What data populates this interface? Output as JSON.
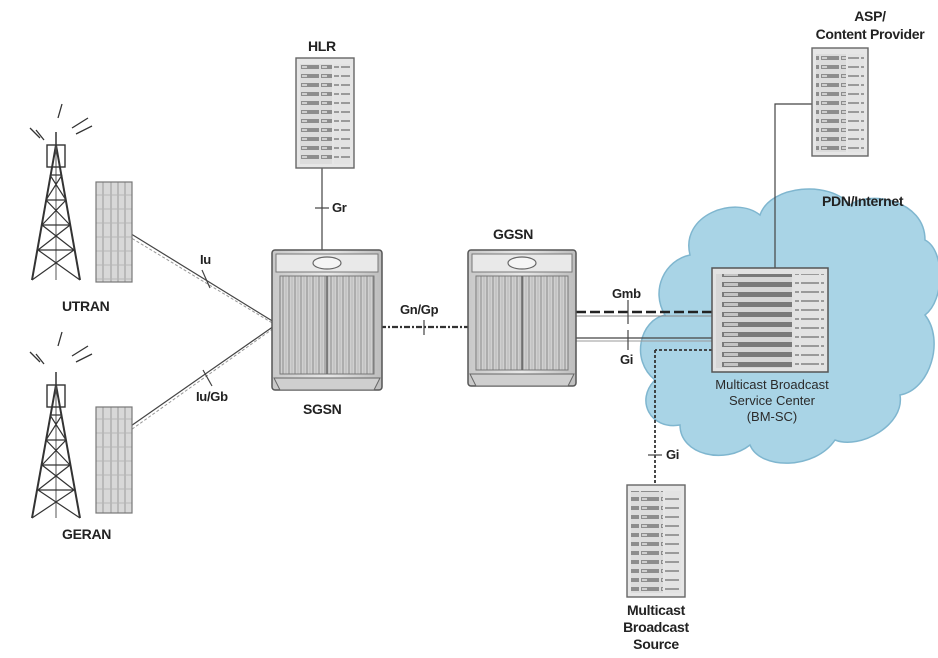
{
  "nodes": {
    "hlr": "HLR",
    "utran": "UTRAN",
    "geran": "GERAN",
    "sgsn": "SGSN",
    "ggsn": "GGSN",
    "asp_line1": "ASP/",
    "asp_line2": "Content Provider",
    "pdn": "PDN/Internet",
    "bmsc_line1": "Multicast Broadcast",
    "bmsc_line2": "Service Center",
    "bmsc_line3": "(BM-SC)",
    "mbs_line1": "Multicast",
    "mbs_line2": "Broadcast",
    "mbs_line3": "Source"
  },
  "interfaces": {
    "gr": "Gr",
    "iu": "Iu",
    "iu_gb": "Iu/Gb",
    "gn_gp": "Gn/Gp",
    "gmb": "Gmb",
    "gi_ggsn": "Gi",
    "gi_source": "Gi"
  },
  "colors": {
    "cloud_fill": "#a9d4e6",
    "cloud_stroke": "#7fb6cf",
    "equipment_fill": "#d9d9d9",
    "equipment_dark": "#6e6e6e",
    "line": "#4a4a4a"
  }
}
